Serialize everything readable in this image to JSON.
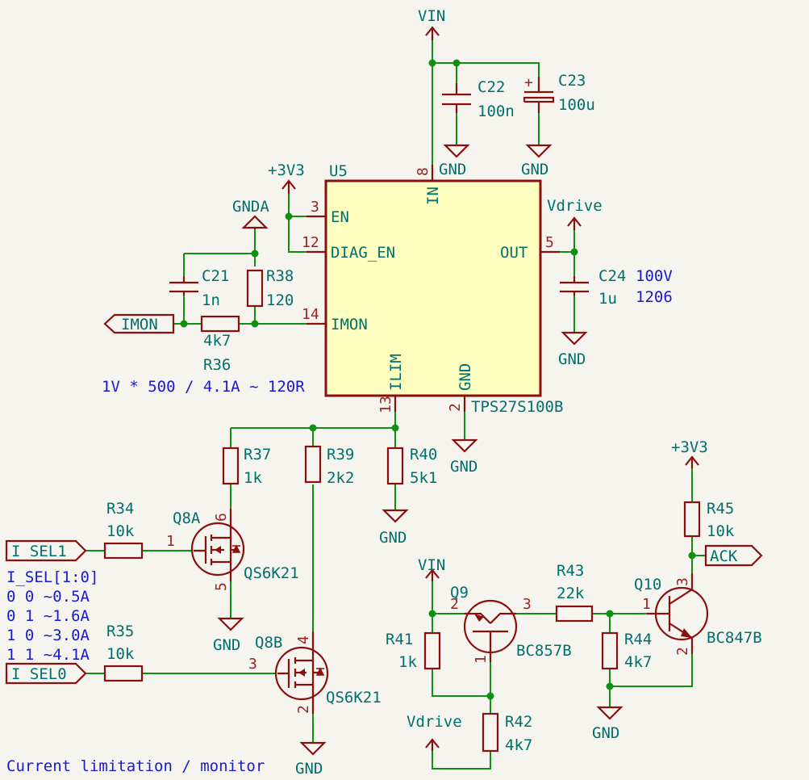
{
  "components": {
    "u5": {
      "ref": "U5",
      "value": "TPS27S100B",
      "pins": {
        "en": "EN",
        "diag_en": "DIAG_EN",
        "imon": "IMON",
        "out": "OUT",
        "in": "IN",
        "ilim": "ILIM",
        "gnd": "GND"
      },
      "pin_numbers": {
        "en": "3",
        "diag_en": "12",
        "imon": "14",
        "out": "5",
        "in": "8",
        "ilim": "13",
        "gnd": "2"
      }
    },
    "c21": {
      "ref": "C21",
      "value": "1n"
    },
    "c22": {
      "ref": "C22",
      "value": "100n"
    },
    "c23": {
      "ref": "C23",
      "value": "100u",
      "polarity": "+"
    },
    "c24": {
      "ref": "C24",
      "value": "1u",
      "note1": "100V",
      "note2": "1206"
    },
    "r34": {
      "ref": "R34",
      "value": "10k"
    },
    "r35": {
      "ref": "R35",
      "value": "10k"
    },
    "r36": {
      "ref": "R36",
      "value": "4k7"
    },
    "r37": {
      "ref": "R37",
      "value": "1k"
    },
    "r38": {
      "ref": "R38",
      "value": "120"
    },
    "r39": {
      "ref": "R39",
      "value": "2k2"
    },
    "r40": {
      "ref": "R40",
      "value": "5k1"
    },
    "r41": {
      "ref": "R41",
      "value": "1k"
    },
    "r42": {
      "ref": "R42",
      "value": "4k7"
    },
    "r43": {
      "ref": "R43",
      "value": "22k"
    },
    "r44": {
      "ref": "R44",
      "value": "4k7"
    },
    "r45": {
      "ref": "R45",
      "value": "10k"
    },
    "q8a": {
      "ref": "Q8A",
      "value": "QS6K21",
      "pin_gate": "1",
      "pin_drain": "6",
      "pin_source": "5"
    },
    "q8b": {
      "ref": "Q8B",
      "value": "QS6K21",
      "pin_gate": "3",
      "pin_drain": "4",
      "pin_source": "2"
    },
    "q9": {
      "ref": "Q9",
      "value": "BC857B",
      "pin_b": "2",
      "pin_c": "3",
      "pin_e": "1"
    },
    "q10": {
      "ref": "Q10",
      "value": "BC847B",
      "pin_b": "1",
      "pin_c": "3",
      "pin_e": "2"
    }
  },
  "power": {
    "vin": "VIN",
    "v3v3": "+3V3",
    "gnd": "GND",
    "gnda": "GNDA",
    "vdrive": "Vdrive"
  },
  "labels": {
    "imon": "IMON",
    "i_sel1": "I_SEL1",
    "i_sel0": "I_SEL0",
    "ack": "ACK"
  },
  "notes": {
    "ilim_formula": "1V * 500 / 4.1A ~ 120R",
    "table_title": "I_SEL[1:0]",
    "table_rows": [
      "0 0 ~0.5A",
      "0 1 ~1.6A",
      "1 0 ~3.0A",
      "1 1 ~4.1A"
    ],
    "sheet_title": "Current limitation / monitor"
  },
  "colors": {
    "wire": "#109010",
    "component": "#8a1010",
    "ic_fill": "#ffffc0",
    "reference": "#00706e",
    "pin_number": "#a12020",
    "note": "#1a1acc",
    "background": "#f5f4ef"
  }
}
